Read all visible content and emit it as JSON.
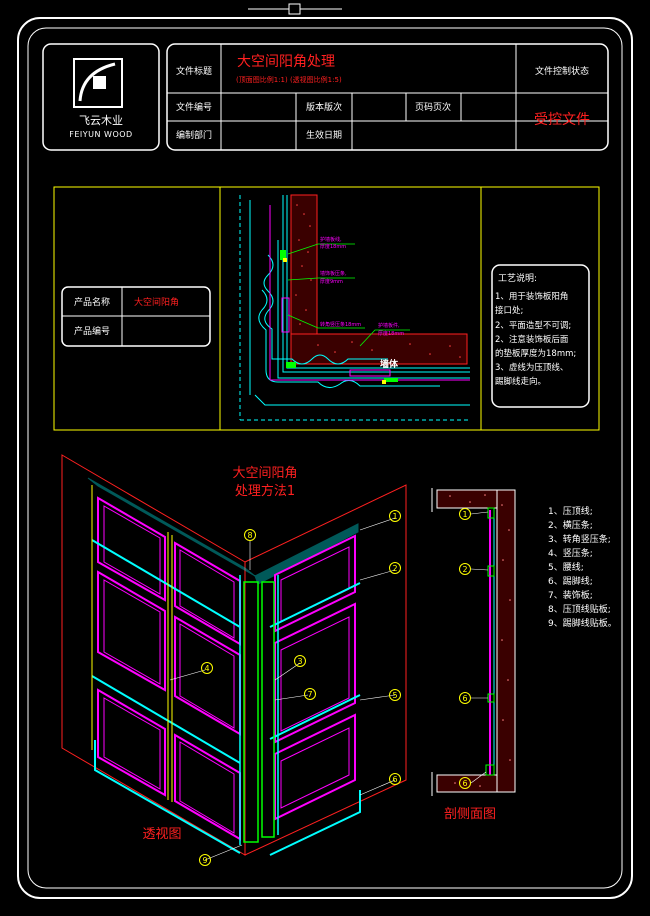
{
  "company": {
    "name_cn": "飞云木业",
    "name_en": "FEIYUN WOOD"
  },
  "header": {
    "file_title_label": "文件标题",
    "title": "大空间阳角处理",
    "subtitle": "(顶面图比例1:1) (透视图比例1:5)",
    "control_status_label": "文件控制状态",
    "file_no_label": "文件编号",
    "version_label": "版本版次",
    "page_label": "页码页次",
    "controlled": "受控文件",
    "dept_label": "编制部门",
    "effective_label": "生效日期"
  },
  "product": {
    "name_label": "产品名称",
    "name_value": "大空间阳角",
    "code_label": "产品编号"
  },
  "plan_labels": {
    "a": "护墙板线,",
    "a2": "厚度18mm",
    "b": "墙饰板压条,",
    "b2": "厚度9mm",
    "c": "转角竖压条18mm",
    "d": "护墙板件,",
    "d2": "厚度18mm",
    "wall": "墙体"
  },
  "process": {
    "title": "工艺说明:",
    "lines": [
      "1、用于装饰板阳角",
      "接口处;",
      "2、平面造型不可调;",
      "2、注意装饰板后面",
      "的垫板厚度为18mm;",
      "3、虚线为压顶线、",
      "踢脚线走向。"
    ]
  },
  "perspective": {
    "title1": "大空间阳角",
    "title2": "处理方法1",
    "caption": "透视图",
    "markers": [
      "1",
      "2",
      "3",
      "4",
      "5",
      "6",
      "7",
      "8",
      "9"
    ]
  },
  "section": {
    "caption": "剖侧面图",
    "markers": [
      "1",
      "2",
      "6",
      "6"
    ]
  },
  "legend": [
    "1、压顶线;",
    "2、横压条;",
    "3、转角竖压条;",
    "4、竖压条;",
    "5、腰线;",
    "6、踢脚线;",
    "7、装饰板;",
    "8、压顶线贴板;",
    "9、踢脚线贴板。"
  ],
  "colors": {
    "frame": "#ffffff",
    "yellow": "#ffff00",
    "red": "#ff2020",
    "magenta": "#ff00ff",
    "cyan": "#00ffff",
    "green": "#00ff00",
    "blue": "#0000ff"
  }
}
